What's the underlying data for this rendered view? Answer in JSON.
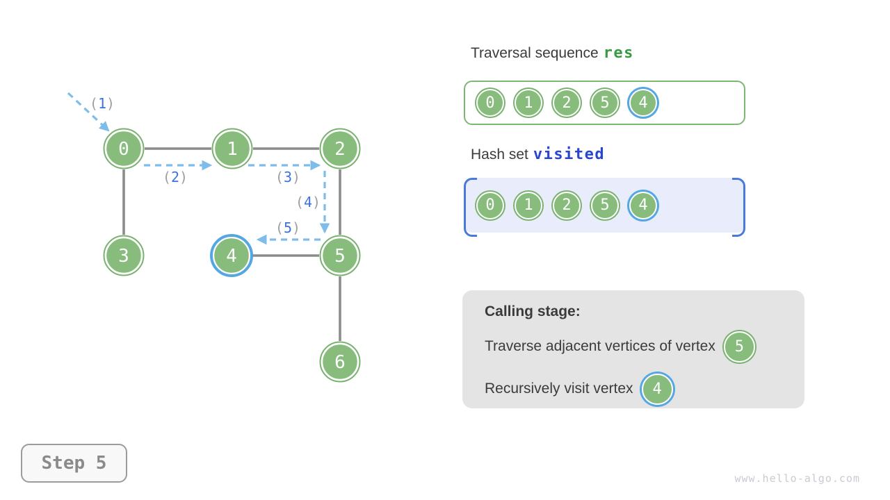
{
  "graph": {
    "node_labels": [
      "0",
      "1",
      "2",
      "3",
      "4",
      "5",
      "6"
    ],
    "paren_open": "(",
    "paren_close": ")",
    "step_numbers": [
      "1",
      "2",
      "3",
      "4",
      "5"
    ]
  },
  "res_section": {
    "title": "Traversal sequence",
    "var": "res",
    "values": [
      "0",
      "1",
      "2",
      "5",
      "4"
    ]
  },
  "visited_section": {
    "title": "Hash set",
    "var": "visited",
    "values": [
      "0",
      "1",
      "2",
      "5",
      "4"
    ]
  },
  "calling": {
    "title": "Calling stage:",
    "line1": "Traverse adjacent vertices of vertex",
    "line1_node": "5",
    "line2": "Recursively visit vertex",
    "line2_node": "4"
  },
  "step": {
    "label": "Step 5"
  },
  "watermark": "www.hello-algo.com",
  "colors": {
    "node_green": "#87BC7D",
    "node_ring_green": "#79B26E",
    "highlight_blue": "#54A7E3",
    "edge_gray": "#8C8C8C",
    "arrow_blue": "#7EBDE9",
    "label_num_blue": "#3D71DB",
    "res_green": "#3A9A43",
    "visited_blue": "#2946CF",
    "visited_bg": "#E9EDFB",
    "visited_bracket": "#4A7AD9",
    "calling_bg": "#E4E4E4"
  }
}
